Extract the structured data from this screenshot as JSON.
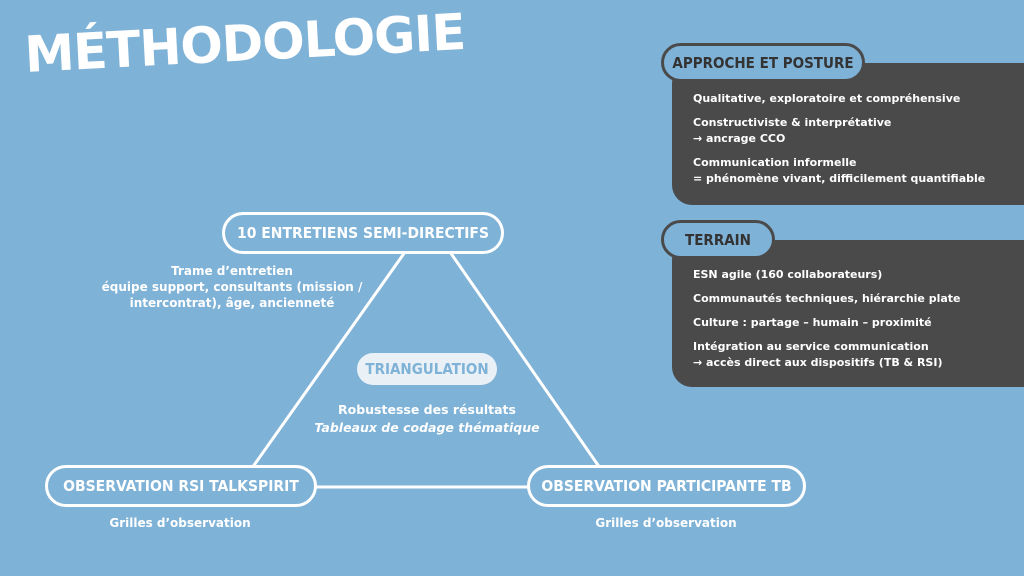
{
  "title": "MÉTHODOLOGIE",
  "colors": {
    "background": "#7fb2d7",
    "panel": "#4a4a4a",
    "text": "#ffffff"
  },
  "diagram": {
    "top_node": "10 ENTRETIENS SEMI-DIRECTIFS",
    "left_node": "OBSERVATION RSI TALKSPIRIT",
    "right_node": "OBSERVATION PARTICIPANTE TB",
    "center_badge": "TRIANGULATION",
    "center_line1": "Robustesse des résultats",
    "center_line2": "Tableaux de codage thématique",
    "top_note": [
      "Trame d’entretien",
      "équipe support, consultants (mission /",
      "intercontrat), âge, ancienneté"
    ],
    "left_note": "Grilles d’observation",
    "right_note": "Grilles d’observation"
  },
  "approche": {
    "heading": "APPROCHE ET POSTURE",
    "items": [
      [
        "Qualitative, exploratoire et compréhensive"
      ],
      [
        "Constructiviste & interprétative",
        "→ ancrage CCO"
      ],
      [
        "Communication informelle",
        "= phénomène vivant, difficilement quantifiable"
      ]
    ]
  },
  "terrain": {
    "heading": "TERRAIN",
    "items": [
      [
        "ESN agile (160 collaborateurs)"
      ],
      [
        "Communautés techniques, hiérarchie plate"
      ],
      [
        "Culture : partage – humain – proximité"
      ],
      [
        "Intégration au service communication",
        "→ accès direct aux dispositifs (TB & RSI)"
      ]
    ]
  }
}
